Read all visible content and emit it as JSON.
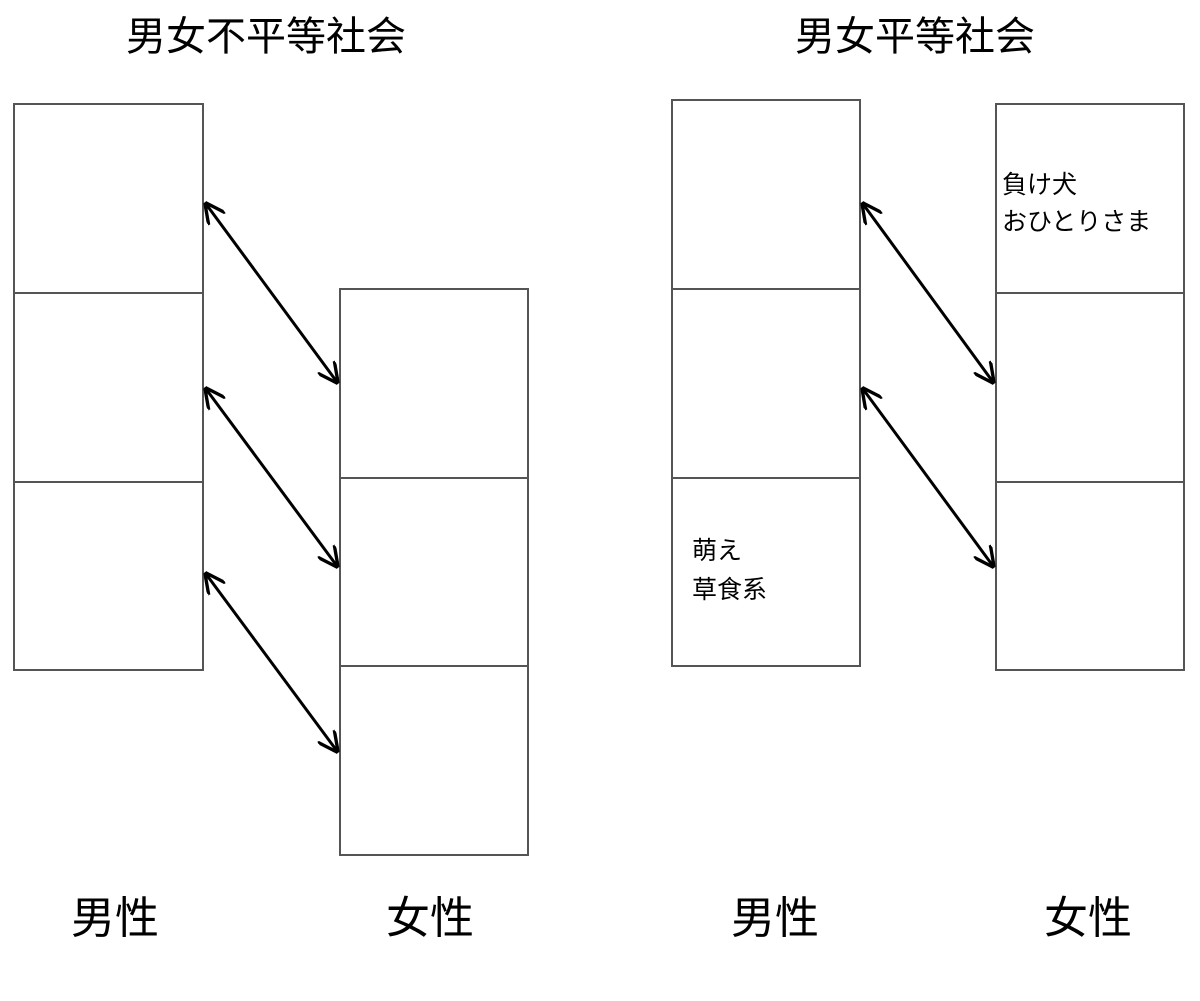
{
  "left": {
    "title": "男女不平等社会",
    "male_label": "男性",
    "female_label": "女性"
  },
  "right": {
    "title": "男女平等社会",
    "male_label": "男性",
    "female_label": "女性",
    "male_bottom_note": [
      "萌え",
      "草食系"
    ],
    "female_top_note": [
      "負け犬",
      "おひとりさま"
    ]
  },
  "colors": {
    "stroke": "#000000",
    "box_border": "#555555"
  }
}
